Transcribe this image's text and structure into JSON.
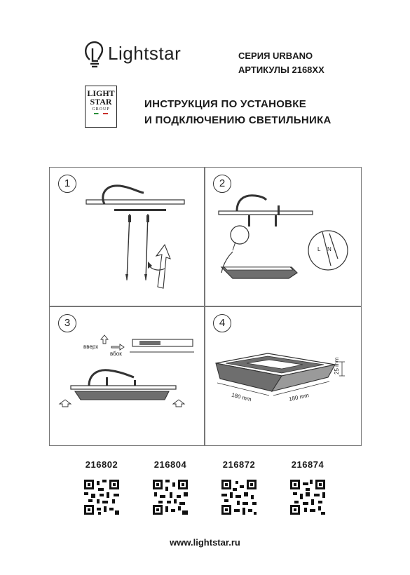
{
  "header": {
    "brand_name": "Lightstar",
    "series_line": "СЕРИЯ URBANO",
    "articles_line": "АРТИКУЛЫ 2168XX",
    "box_logo": {
      "line1": "LIGHT",
      "line2": "STAR",
      "line3": "GROUP"
    },
    "instruction_line1": "ИНСТРУКЦИЯ ПО УСТАНОВКЕ",
    "instruction_line2": "И ПОДКЛЮЧЕНИЮ СВЕТИЛЬНИКА"
  },
  "steps": [
    {
      "number": "1"
    },
    {
      "number": "2",
      "wire_labels": [
        "L",
        "N"
      ]
    },
    {
      "number": "3",
      "direction_up": "вверх",
      "direction_side": "вбок"
    },
    {
      "number": "4",
      "dim_width": "180 mm",
      "dim_depth": "180 mm",
      "dim_height": "25 mm"
    }
  ],
  "articles": [
    "216802",
    "216804",
    "216872",
    "216874"
  ],
  "website": "www.lightstar.ru",
  "colors": {
    "text": "#1a1a1a",
    "frame": "#777777",
    "fixture_fill": "#6e6e6e"
  }
}
